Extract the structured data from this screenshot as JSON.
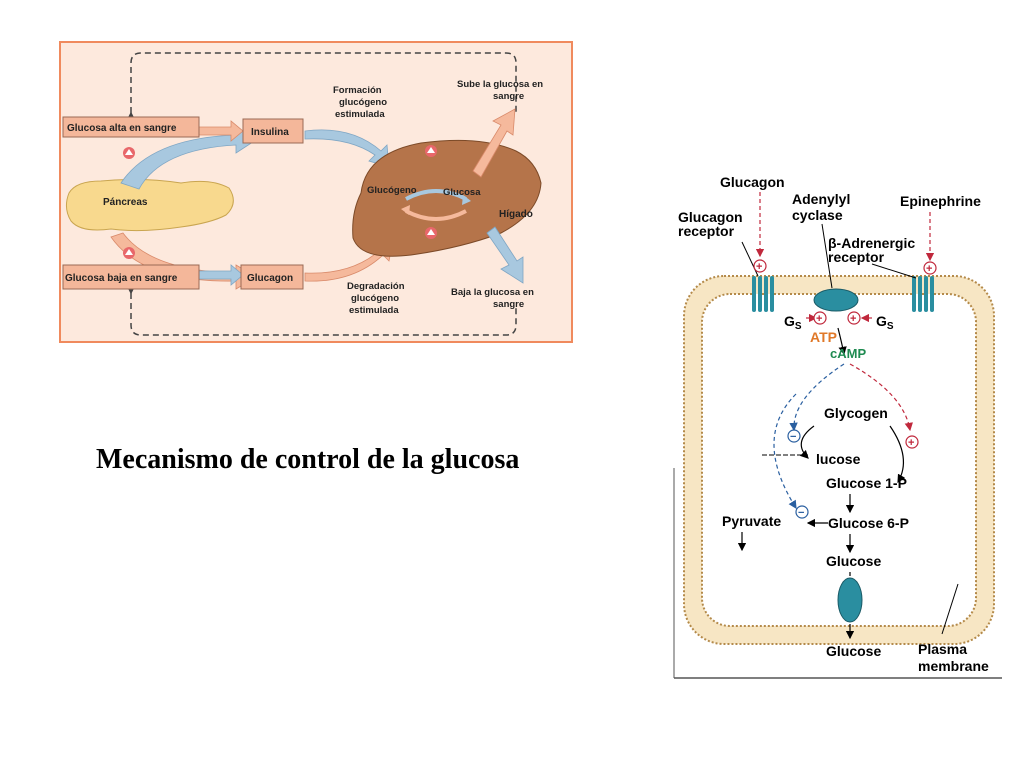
{
  "caption": "Mecanismo de control de la glucosa",
  "left_diagram": {
    "boxes": {
      "high_glucose": "Glucosa alta en sangre",
      "insulin": "Insulina",
      "low_glucose": "Glucosa baja en sangre",
      "glucagon": "Glucagon"
    },
    "organs": {
      "pancreas": "Páncreas",
      "liver": "Hígado",
      "glycogen": "Glucógeno",
      "glucose": "Glucosa"
    },
    "notes": {
      "formation": [
        "Formación",
        "glucógeno",
        "estimulada"
      ],
      "degradation": [
        "Degradación",
        "glucógeno",
        "estimulada"
      ],
      "rise": [
        "Sube la glucosa en",
        "sangre"
      ],
      "fall": [
        "Baja la glucosa en",
        "sangre"
      ]
    },
    "colors": {
      "panel_bg": "#fde9dd",
      "panel_border": "#f08a5d",
      "box_fill": "#f4b79a",
      "arrow_blue": "#a8c8df",
      "arrow_salmon": "#f5b99c",
      "liver": "#b5744a",
      "pancreas": "#f8d98e"
    }
  },
  "right_diagram": {
    "labels": {
      "glucagon": "Glucagon",
      "adenylyl": [
        "Adenylyl",
        "cyclase"
      ],
      "epinephrine": "Epinephrine",
      "glucagon_receptor": [
        "Glucagon",
        "receptor"
      ],
      "beta_receptor": [
        "β-Adrenergic",
        "receptor"
      ],
      "gs_left": "G",
      "gs_right": "G",
      "gs_sub": "S",
      "atp": "ATP",
      "camp": "cAMP",
      "glycogen": "Glycogen",
      "glucose_mid": "lucose",
      "glucose_1p": "Glucose 1-P",
      "glucose_6p": "Glucose 6-P",
      "pyruvate": "Pyruvate",
      "glucose_low": "Glucose",
      "glucose_out": "Glucose",
      "plasma_membrane": [
        "Plasma",
        "membrane"
      ],
      "plus": "+",
      "minus": "−"
    },
    "colors": {
      "membrane": "#f3d7a4",
      "membrane_edge": "#b48a4a",
      "protein": "#2a8ea0",
      "red": "#c0283c",
      "blue": "#2a5fa0",
      "atp": "#e07828",
      "camp": "#1e8a50"
    }
  }
}
